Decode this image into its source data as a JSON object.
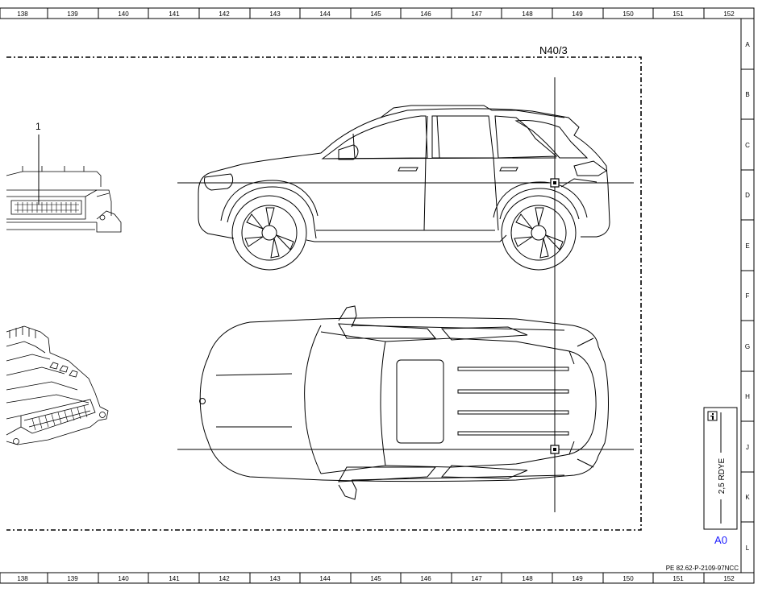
{
  "ruler": {
    "columns": [
      "138",
      "139",
      "140",
      "141",
      "142",
      "143",
      "144",
      "145",
      "146",
      "147",
      "148",
      "149",
      "150",
      "151",
      "152"
    ],
    "rows": [
      "A",
      "B",
      "C",
      "D",
      "E",
      "F",
      "G",
      "H",
      "J",
      "K",
      "L"
    ]
  },
  "component": {
    "label": "N40/3",
    "callout": "1"
  },
  "connector": {
    "info_icon": "info-icon",
    "wire_label": "2,5 RDYE",
    "location_code": "A0"
  },
  "footer": {
    "document_id": "PE 82.62-P-2109-97NCC"
  },
  "colors": {
    "line": "#000000",
    "location_code": "#1a1aff"
  }
}
